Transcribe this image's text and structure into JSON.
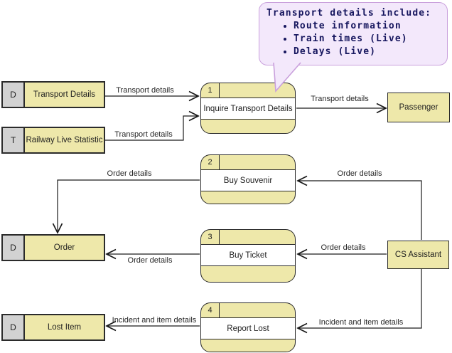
{
  "diagram_type": "data-flow-diagram",
  "colors": {
    "shape_fill": "#eee8aa",
    "store_ref_fill": "#d2d2d2",
    "line": "#1a1a1a",
    "callout_fill": "#f3e8fb",
    "callout_border": "#c9a0dc",
    "callout_text": "#16165e"
  },
  "callout": {
    "title": "Transport details include:",
    "bullets": [
      "Route information",
      "Train times (Live)",
      "Delays (Live)"
    ]
  },
  "data_stores": [
    {
      "ref": "D",
      "name": "Transport Details"
    },
    {
      "ref": "T",
      "name": "Railway Live Statistic"
    },
    {
      "ref": "D",
      "name": "Order"
    },
    {
      "ref": "D",
      "name": "Lost Item"
    }
  ],
  "processes": [
    {
      "number": "1",
      "name": "Inquire Transport Details"
    },
    {
      "number": "2",
      "name": "Buy Souvenir"
    },
    {
      "number": "3",
      "name": "Buy Ticket"
    },
    {
      "number": "4",
      "name": "Report Lost"
    }
  ],
  "external_entities": [
    {
      "name": "Passenger"
    },
    {
      "name": "CS Assistant"
    }
  ],
  "flows": [
    {
      "label": "Transport details",
      "from": "Transport Details",
      "to": "Inquire Transport Details"
    },
    {
      "label": "Transport details",
      "from": "Railway Live Statistic",
      "to": "Inquire Transport Details"
    },
    {
      "label": "Transport details",
      "from": "Inquire Transport Details",
      "to": "Passenger"
    },
    {
      "label": "Order details",
      "from": "Buy Souvenir",
      "to": "Order"
    },
    {
      "label": "Order details",
      "from": "CS Assistant",
      "to": "Buy Souvenir"
    },
    {
      "label": "Order details",
      "from": "CS Assistant",
      "to": "Buy Ticket"
    },
    {
      "label": "Order details",
      "from": "Buy Ticket",
      "to": "Order"
    },
    {
      "label": "Incident and item details",
      "from": "CS Assistant",
      "to": "Report Lost"
    },
    {
      "label": "Incident and item details",
      "from": "Report Lost",
      "to": "Lost Item"
    }
  ]
}
